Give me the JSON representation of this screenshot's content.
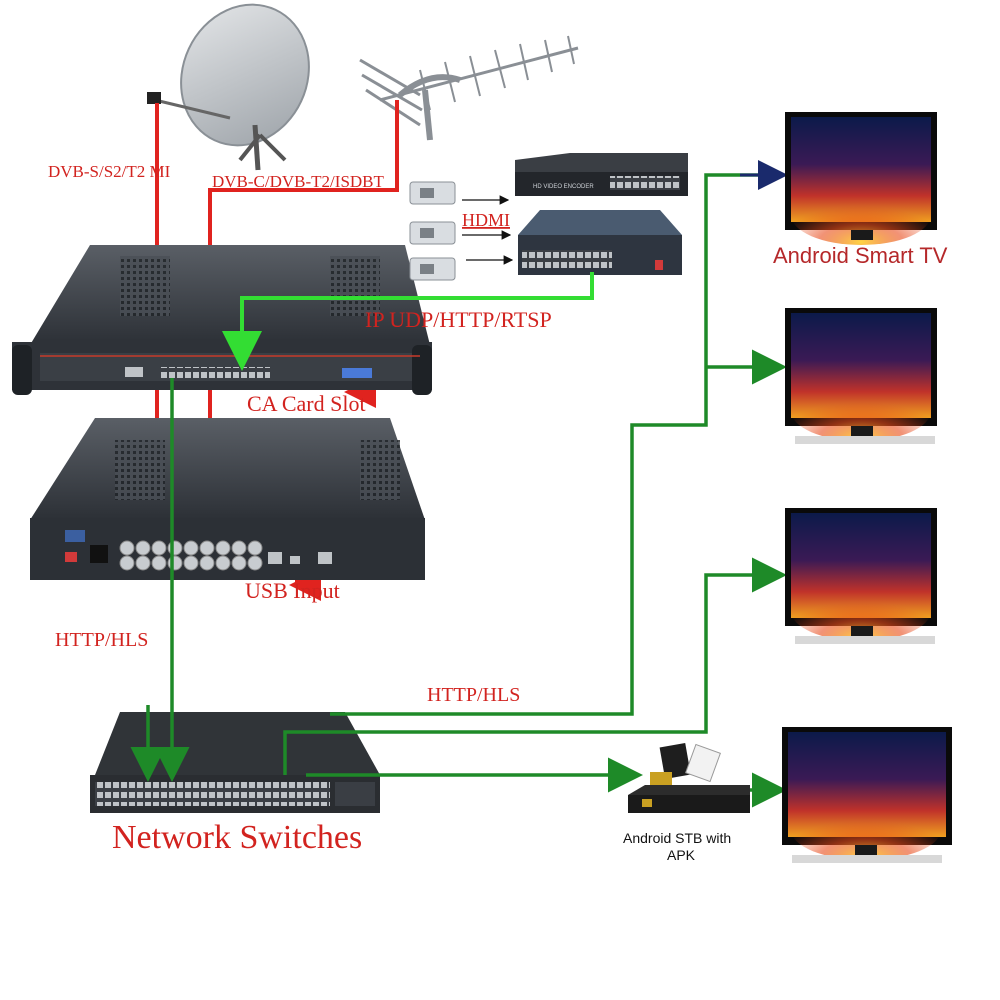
{
  "labels": {
    "sat_signal": "DVB-S/S2/T2 MI",
    "terr_signal": "DVB-C/DVB-T2/ISDBT",
    "hdmi": "HDMI",
    "ip_input": "IP UDP/HTTP/RTSP",
    "ca_slot": "CA Card Slot",
    "usb_input": "USB Input",
    "http_hls_left": "HTTP/HLS",
    "http_hls_mid": "HTTP/HLS",
    "network_switches": "Network Switches",
    "smart_tv": "Android Smart TV",
    "stb": "Android STB with APK",
    "encoder_front": "HD VIDEO ENCODER"
  },
  "colors": {
    "red_line": "#e0231f",
    "green_line": "#1e8a28",
    "bright_green": "#33dd33",
    "navy_arrow": "#1a2a6c",
    "label_red": "#d2231f"
  },
  "icons": [
    "satellite-dish-icon",
    "yagi-antenna-icon",
    "hdmi-source-icon",
    "tv-icon",
    "set-top-box-icon"
  ]
}
